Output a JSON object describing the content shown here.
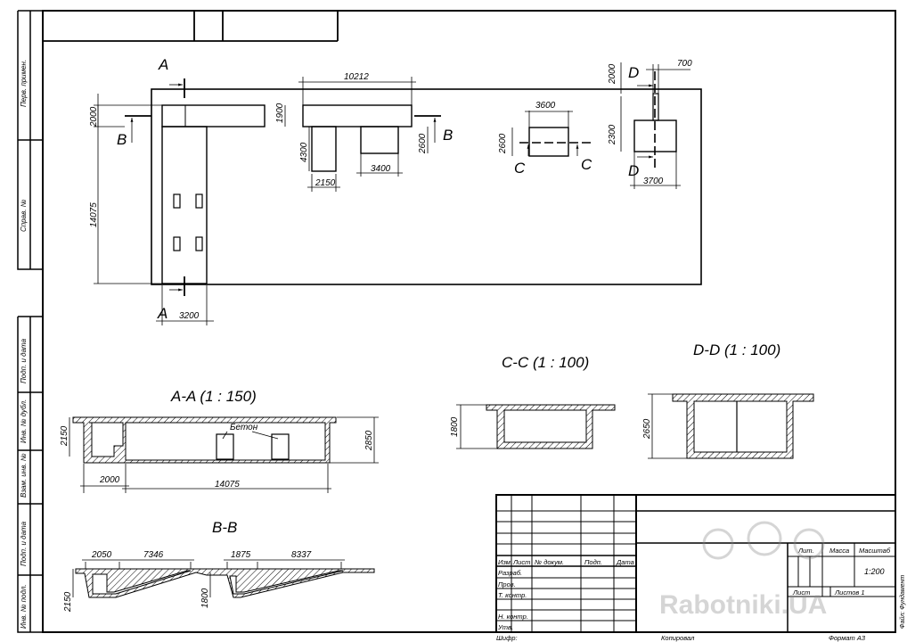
{
  "side_stamp": {
    "perv_primen": "Перв. примен.",
    "sprav_no": "Справ. №",
    "podp_data_1": "Подп. и дата",
    "inv_dubl": "Инв. № дубл.",
    "vzam_inv": "Взам. инв. №",
    "podp_data_2": "Подп. и дата",
    "inv_podl": "Инв. № подл."
  },
  "plan": {
    "section_a": "A",
    "section_b": "B",
    "section_c": "C",
    "section_d": "D",
    "dim_10212": "10212",
    "dim_2000_a": "2000",
    "dim_1900": "1900",
    "dim_4300": "4300",
    "dim_2150": "2150",
    "dim_3400": "3400",
    "dim_2600": "2600",
    "dim_14075": "14075",
    "dim_3200": "3200",
    "dim_3600": "3600",
    "dim_2600_c": "2600",
    "dim_700": "700",
    "dim_2000_d": "2000",
    "dim_2300": "2300",
    "dim_3700": "3700"
  },
  "section_aa": {
    "title": "A-A (1 : 150)",
    "label_concrete": "Бетон",
    "dim_2150": "2150",
    "dim_2850": "2850",
    "dim_2000": "2000",
    "dim_14075": "14075"
  },
  "section_cc": {
    "title": "C-C (1 : 100)",
    "dim_1800": "1800"
  },
  "section_dd": {
    "title": "D-D (1 : 100)",
    "dim_2650": "2650"
  },
  "section_bb": {
    "title": "B-B",
    "dim_2050": "2050",
    "dim_7346": "7346",
    "dim_1875": "1875",
    "dim_8337": "8337",
    "dim_2150": "2150",
    "dim_1800": "1800"
  },
  "title_block": {
    "izm": "Изм.",
    "list": "Лист",
    "doc_no": "№ докум.",
    "podp": "Подп.",
    "data": "Дата",
    "razrab": "Разраб.",
    "prov": "Пров.",
    "t_kontr": "Т. контр.",
    "n_kontr": "Н. контр.",
    "utv": "Утв.",
    "lit": "Лит.",
    "massa": "Масса",
    "masshtab": "Масштаб",
    "scale_value": "1:200",
    "list2": "Лист",
    "listov": "Листов 1",
    "shifr": "Шифр:",
    "kopiroval": "Копировал",
    "format": "Формат А3",
    "file": "Файл: Фундамент"
  },
  "watermark": {
    "text": "Rabotniki.UA"
  }
}
